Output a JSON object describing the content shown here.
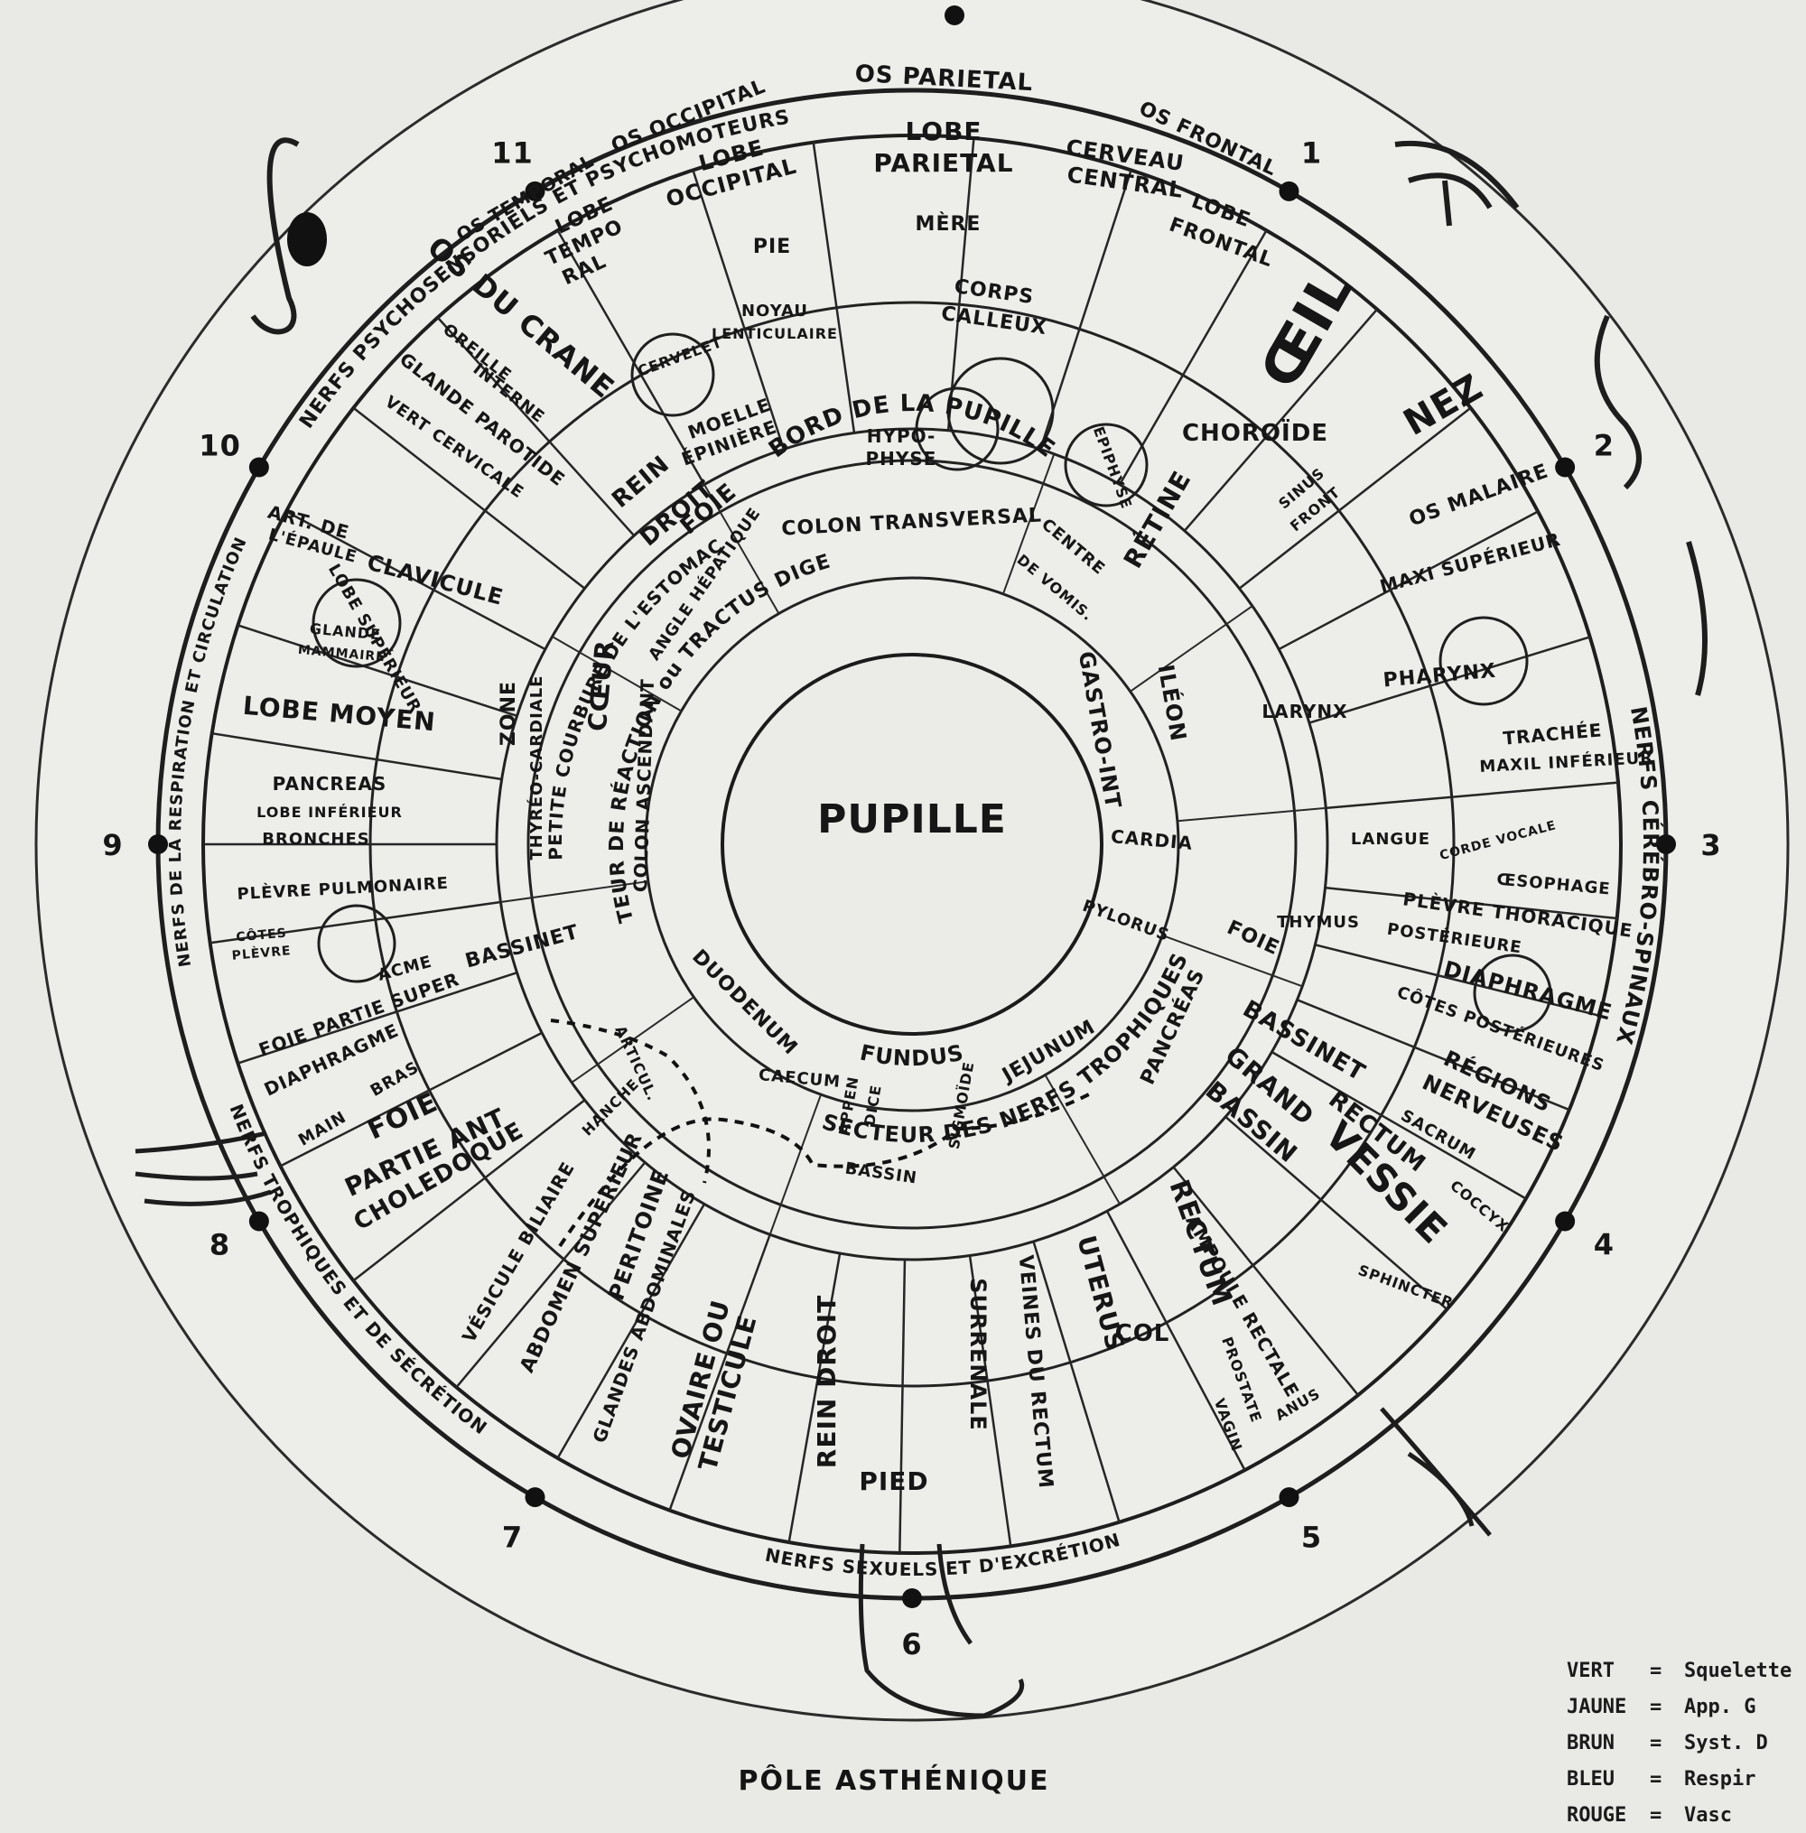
{
  "center": "PUPILLE",
  "pupil_ring": [
    "BORD DE LA PUPILLE",
    "FUNDUS"
  ],
  "sector_rings": [
    "SECTEUR DE RÉACTION ou TRACTUS DIGESTIF",
    "SECTEUR DES NERFS TROPHIQUES",
    "PETITE COURBURE DE L'ESTOMAC"
  ],
  "clock": [
    "1",
    "2",
    "3",
    "4",
    "5",
    "6",
    "7",
    "8",
    "9",
    "10",
    "11"
  ],
  "outer_band": [
    "NERFS PSYCHOSENSORIELS ET PSYCHOMOTEURS",
    "NERFS CÉRÉBRO-SPINAUX",
    "NERFS SEXUELS ET D'EXCRÉTION",
    "NERFS TROPHIQUES ET DE SÉCRÉTION",
    "NERFS DE LA RESPIRATION ET CIRCULATION"
  ],
  "labels": {
    "os_parietal": "OS PARIETAL",
    "lobe_parietal": [
      "LOBE",
      "PARIETAL"
    ],
    "os_occipital": "OS OCCIPITAL",
    "lobe_occipital": [
      "LOBE",
      "OCCIPITAL"
    ],
    "os_frontal": "OS FRONTAL",
    "cerveau_central": [
      "CERVEAU",
      "CENTRAL"
    ],
    "lobe_frontal": [
      "LOBE",
      "FRONTAL"
    ],
    "os_temporal": "OS TEMPORAL",
    "lobe_temporal": [
      "LOBE",
      "TEMPO",
      "RAL"
    ],
    "pie_mere": [
      "PIE",
      "MÈRE"
    ],
    "corps_calleux": [
      "CORPS",
      "CALLEUX"
    ],
    "noyau": [
      "NOYAU",
      "LENTICULAIRE"
    ],
    "hypophyse": [
      "HYPO-",
      "PHYSE"
    ],
    "epiphyse": "EPIPHYSE",
    "cervelet": "CERVELET",
    "moelle": [
      "MOELLE",
      "ÉPINIÈRE"
    ],
    "oeil": "ŒIL",
    "nez": "NEZ",
    "choroide": "CHOROÏDE",
    "retine": "RÉTINE",
    "os_malaire": "OS MALAIRE",
    "maxi_superieur": "MAXI SUPÉRIEUR",
    "sinus": [
      "SINUS",
      "FRONT"
    ],
    "pharynx": "PHARYNX",
    "trachee": "TRACHÉE",
    "maxil_inferieur": "MAXIL INFÉRIEUR",
    "larynx": "LARYNX",
    "langue": "LANGUE",
    "corde_vocale": "CORDE VOCALE",
    "oesophage": "ŒSOPHAGE",
    "plevre_thoracique": [
      "PLÈVRE THORACIQUE",
      "POSTÉRIEURE"
    ],
    "thymus": "THYMUS",
    "diaphragme": "DIAPHRAGME",
    "cotes_posterieures": "CÔTES POSTÉRIEURES",
    "regions_nerveuses": [
      "RÉGIONS",
      "NERVEUSES"
    ],
    "sacrum": "SACRUM",
    "coccyx": "COCCYX",
    "vessie": "VESSIE",
    "rectum": "RECTUM",
    "grand_bassin": [
      "GRAND",
      "BASSIN"
    ],
    "bassinet": "BASSINET",
    "sphincter": "SPHINCTER",
    "ampoule_rectale": "AMPOULE RECTALE",
    "uterus": "UTERUS",
    "col": "COL",
    "prostate": "PROSTATE",
    "vagin": "VAGIN",
    "anus": "ANUS",
    "veines_rectum": "VEINES DU RECTUM",
    "surrenale": "SURRENALE",
    "rein_droit": "REIN DROIT",
    "pied": "PIED",
    "ovaire": [
      "OVAIRE OU",
      "TESTICULE"
    ],
    "glandes_abdominales": "GLANDES ABDOMINALES",
    "peritoine": "PERITOINE",
    "abdomen": "ABDOMEN SUPÉRIEUR",
    "vesicule": "VÉSICULE BILIAIRE",
    "choledoque": "CHOLEDOQUE",
    "foie_partie_ant": [
      "FOIE",
      "PARTIE ANT"
    ],
    "foie_partie_super": "FOIE PARTIE SUPER",
    "diaphragme_l": "DIAPHRAGME",
    "main_bras": [
      "MAIN",
      "BRAS"
    ],
    "pancreas_l": "PANCREAS",
    "lobe_inferieur": "LOBE INFÉRIEUR",
    "bronches": "BRONCHES",
    "plevre_pulmonaire": "PLÈVRE PULMONAIRE",
    "lobe_moyen": "LOBE MOYEN",
    "lobe_superieur": "LOBE SUPÉRIEUR",
    "glande_mammaire": [
      "GLANDE",
      "MAMMAIRE"
    ],
    "clavicule": "CLAVICULE",
    "epaule": [
      "ART. DE",
      "L'ÉPAULE"
    ],
    "os_du_crane": [
      "OS DU CRANE"
    ],
    "oreille": [
      "OREILLE",
      "INTERNE"
    ],
    "glande_parotide": "GLANDE PAROTIDE",
    "vert_cervicale": "VERT CERVICALE",
    "zone_thyreo": [
      "ZONE",
      "THYRÉO-CARDIALE"
    ],
    "coeur": "CŒUR",
    "colon_ascendant": "COLON ASCENDANT",
    "colon_transversal": "COLON TRANSVERSAL",
    "angle_hepatique": "ANGLE HÉPATIQUE",
    "centre_vomissement": [
      "CENTRE",
      "DE VOMIS."
    ],
    "gastro_int": "GASTRO-INT",
    "ileon": "ILÉON",
    "cardia": "CARDIA",
    "pylorus": "PYLORUS",
    "duodenum": "DUODENUM",
    "jejunum": "JEJUNUM",
    "caecum": "CAECUM",
    "appendice": [
      "APPEN",
      "DICE"
    ],
    "sigmoide": "SIGMOÏDE",
    "pancreas_r": "PANCRÉAS",
    "foie_r": "FOIE",
    "rein_droit_top": [
      "REIN",
      "DROIT"
    ],
    "foie_top": "FOIE",
    "bassin": "BASSIN",
    "hanche": "HANCHE",
    "articulation": "ARTICUL.",
    "acme": "ACME",
    "plevre": "PLÈVRE",
    "cotes": "CÔTES"
  },
  "legend": [
    {
      "color": "VERT",
      "desc": "Squelette"
    },
    {
      "color": "JAUNE",
      "desc": "App. G"
    },
    {
      "color": "BRUN",
      "desc": "Syst. D"
    },
    {
      "color": "BLEU",
      "desc": "Respir"
    },
    {
      "color": "ROUGE",
      "desc": "Vasc"
    }
  ],
  "caption": "PÔLE ASTHÉNIQUE"
}
